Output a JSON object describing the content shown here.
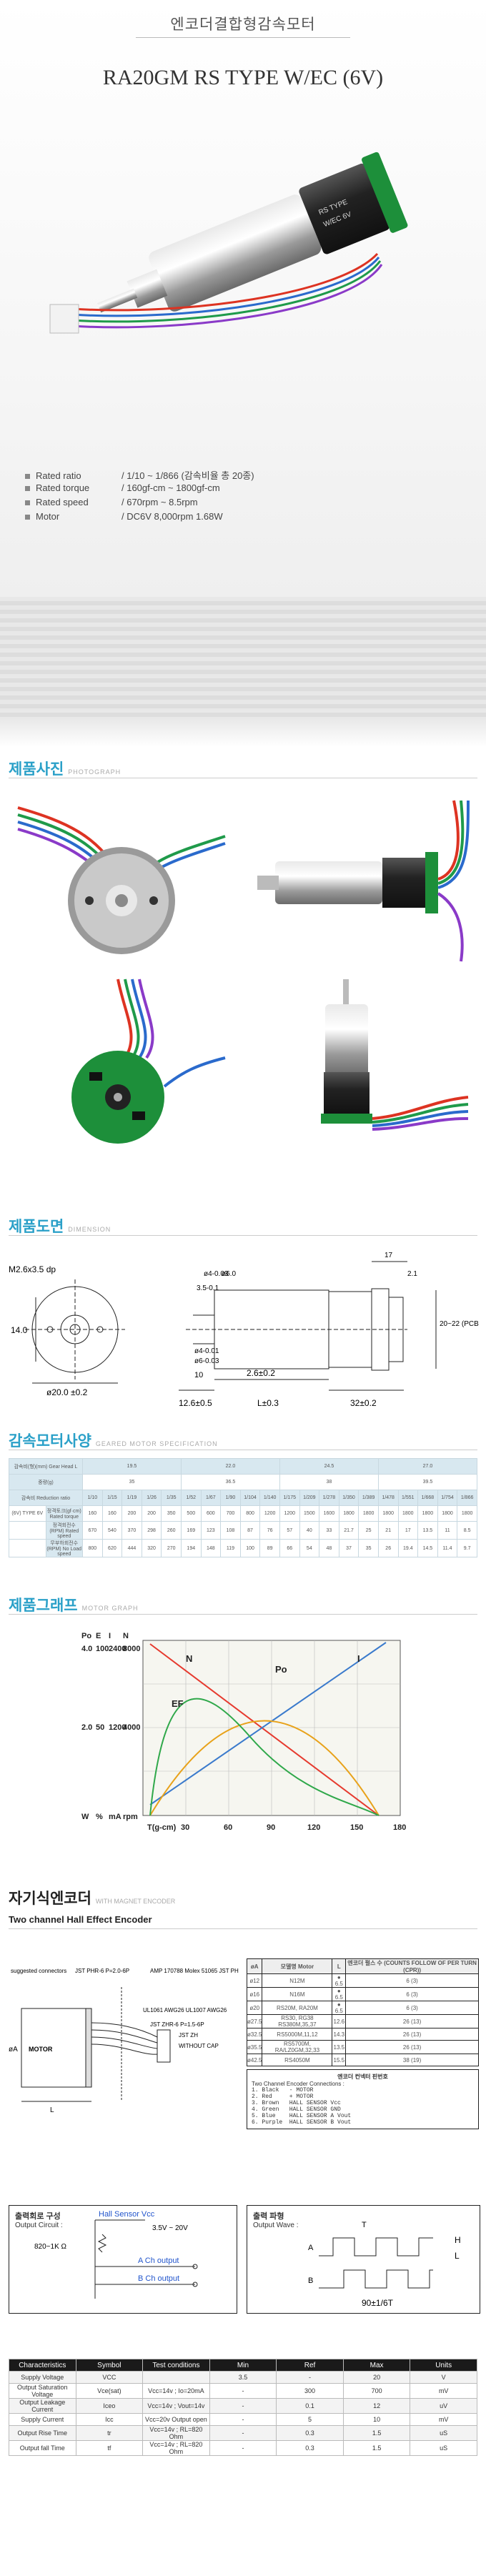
{
  "header": {
    "tagline": "엔코더결합형감속모터",
    "model": "RA20GM  RS TYPE W/EC (6V)",
    "specs": [
      {
        "key": "Rated ratio",
        "value": "/  1/10 ~ 1/866 (감속비율 총 20종)"
      },
      {
        "key": "Rated torque",
        "value": "/  160gf-cm ~ 1800gf-cm"
      },
      {
        "key": "Rated speed",
        "value": "/  670rpm ~ 8.5rpm"
      },
      {
        "key": "Motor",
        "value": "/  DC6V  8,000rpm  1.68W"
      }
    ]
  },
  "sections": {
    "photo": {
      "title": "제품사진",
      "sub": "PHOTOGRAPH"
    },
    "dimension": {
      "title": "제품도면",
      "sub": "DIMENSION"
    },
    "spec": {
      "title": "감속모터사양",
      "sub": "GEARED MOTOR SPECIFICATION"
    },
    "graph": {
      "title": "제품그래프",
      "sub": "MOTOR GRAPH"
    },
    "encoder": {
      "title": "자기식엔코더",
      "sub": "WITH MAGNET ENCODER"
    }
  },
  "dimension": {
    "labels": [
      "M2.6x3.5 dp",
      "14.0",
      "ø20.0 ±0.2",
      "ø4-0.03",
      "3.5-0.1",
      "ø4-0.01",
      "ø6-0.03",
      "10",
      "2.6±0.2",
      "12.6±0.5",
      "L±0.3",
      "32±0.2",
      "17",
      "2.1",
      "20~22 (PCB)",
      "ø6.0"
    ]
  },
  "spec_table": {
    "row_labels": [
      "감속비(형)(mm) Gear Head L",
      "중량(g)",
      "감속비 Reduction ratio",
      "정격토크(gf·cm)  Rated torque",
      "정격회전수(RPM)  Rated speed",
      "무부하회전수(RPM)  No Load speed"
    ],
    "group_label": "(6V) TYPE 6V",
    "L": [
      "19.5",
      "22.0",
      "24.5",
      "27.0"
    ],
    "weight": [
      "35",
      "36.5",
      "38",
      "39.5"
    ],
    "ratio": [
      "1/10",
      "1/15",
      "1/19",
      "1/26",
      "1/35",
      "1/52",
      "1/67",
      "1/90",
      "1/104",
      "1/140",
      "1/175",
      "1/209",
      "1/278",
      "1/350",
      "1/389",
      "1/478",
      "1/551",
      "1/668",
      "1/754",
      "1/866"
    ],
    "torque": [
      "160",
      "160",
      "200",
      "200",
      "350",
      "500",
      "600",
      "700",
      "800",
      "1200",
      "1200",
      "1500",
      "1600",
      "1800",
      "1800",
      "1800",
      "1800",
      "1800",
      "1800",
      "1800"
    ],
    "speed": [
      "670",
      "540",
      "370",
      "298",
      "260",
      "169",
      "123",
      "108",
      "87",
      "76",
      "57",
      "40",
      "33",
      "21.7",
      "25",
      "21",
      "17",
      "13.5",
      "11",
      "8.5"
    ],
    "noload": [
      "800",
      "620",
      "444",
      "320",
      "270",
      "194",
      "148",
      "119",
      "100",
      "89",
      "66",
      "54",
      "48",
      "37",
      "35",
      "26",
      "19.4",
      "14.5",
      "11.4",
      "9.7"
    ]
  },
  "graph": {
    "y_left_labels": [
      "4.0",
      "2.0",
      "",
      "W"
    ],
    "y_mid_labels": [
      "100",
      "50",
      "",
      "%"
    ],
    "y_right1": [
      "2400",
      "1200",
      "",
      "mA"
    ],
    "y_right2": [
      "8000",
      "4000",
      "",
      "rpm"
    ],
    "x_label": "T(g-cm)",
    "x_ticks": [
      "30",
      "60",
      "90",
      "120",
      "150",
      "180"
    ],
    "curve_labels": [
      "N",
      "Po",
      "I",
      "EF"
    ],
    "series_colors": {
      "N": "#e63a2e",
      "Po": "#e8a21a",
      "I": "#3a7acc",
      "EF": "#2fa84a"
    }
  },
  "encoder": {
    "title": "Two channel Hall Effect Encoder",
    "labels": {
      "suggested": "suggested connectors",
      "jst": "JST PHR-6 P=2.0-6P",
      "amp": "AMP 170788 Molex 51065 JST PH",
      "ul": "UL1061 AWG26 UL1007 AWG26",
      "jst2": "JST ZHR-6 P=1.5-6P",
      "jst3": "JST ZH",
      "cap": "WITHOUT CAP",
      "motor": "MOTOR",
      "phiA": "øA",
      "L": "L"
    },
    "table_header": [
      "øA",
      "모델명 Motor",
      "L",
      "엔코더 펄스 수 (COUNTS FOLLOW OF PER TURN (CPR))"
    ],
    "table_rows": [
      [
        "ø12",
        "N12M",
        "● 6.5",
        "6 (3)"
      ],
      [
        "ø16",
        "N16M",
        "● 6.5",
        "6 (3)"
      ],
      [
        "ø20",
        "RS20M, RA20M",
        "● 6.5",
        "6 (3)"
      ],
      [
        "ø27.5",
        "RS30, RG38 RS380M,35,37",
        "12.6",
        "26 (13)"
      ],
      [
        "ø32.5",
        "RS5000M,11,12",
        "14.3",
        "26 (13)"
      ],
      [
        "ø35.5",
        "RS5700M, RA/LZ0GM,32,33",
        "13.5",
        "26 (13)"
      ],
      [
        "ø42.5",
        "RS4050M",
        "15.5",
        "38 (19)"
      ]
    ],
    "conn_title": "엔코더 컨넥터 핀번호",
    "conn_sub": "Two Channel Encoder Connections :",
    "conn_rows": [
      "1. Black   - MOTOR",
      "2. Red     + MOTOR",
      "3. Brown   HALL SENSOR Vcc",
      "4. Green   HALL SENSOR GND",
      "5. Blue    HALL SENSOR A Vout",
      "6. Purple  HALL SENSOR B Vout"
    ],
    "out_circuit": "출력회로 구성",
    "out_circuit_en": "Output Circuit :",
    "hall": "Hall Sensor Vcc",
    "vrange": "3.5V ~ 20V",
    "resistor": "820~1K Ω",
    "a_out": "A Ch output",
    "b_out": "B Ch output",
    "wave": "출력 파형",
    "wave_en": "Output Wave :",
    "wave_H": "H",
    "wave_L": "L",
    "wave_A": "A",
    "wave_B": "B",
    "wave_phase": "90±1/6T",
    "wave_T": "T"
  },
  "char_table": {
    "header": [
      "Characteristics",
      "Symbol",
      "Test conditions",
      "Min",
      "Ref",
      "Max",
      "Units"
    ],
    "rows": [
      [
        "Supply Voltage",
        "VCC",
        "",
        "3.5",
        "-",
        "20",
        "V"
      ],
      [
        "Output Saturation Voltage",
        "Vce(sat)",
        "Vcc=14v ; Io=20mA",
        "-",
        "300",
        "700",
        "mV"
      ],
      [
        "Output Leakage Current",
        "Iceo",
        "Vcc=14v ; Vout=14v",
        "-",
        "0.1",
        "12",
        "uV"
      ],
      [
        "Supply Current",
        "Icc",
        "Vcc=20v Output open",
        "-",
        "5",
        "10",
        "mV"
      ],
      [
        "Output Rise Time",
        "tr",
        "Vcc=14v ; RL=820 Ohm",
        "-",
        "0.3",
        "1.5",
        "uS"
      ],
      [
        "Output fall Time",
        "tf",
        "Vcc=14v ; RL=820 Ohm",
        "-",
        "0.3",
        "1.5",
        "uS"
      ]
    ]
  }
}
